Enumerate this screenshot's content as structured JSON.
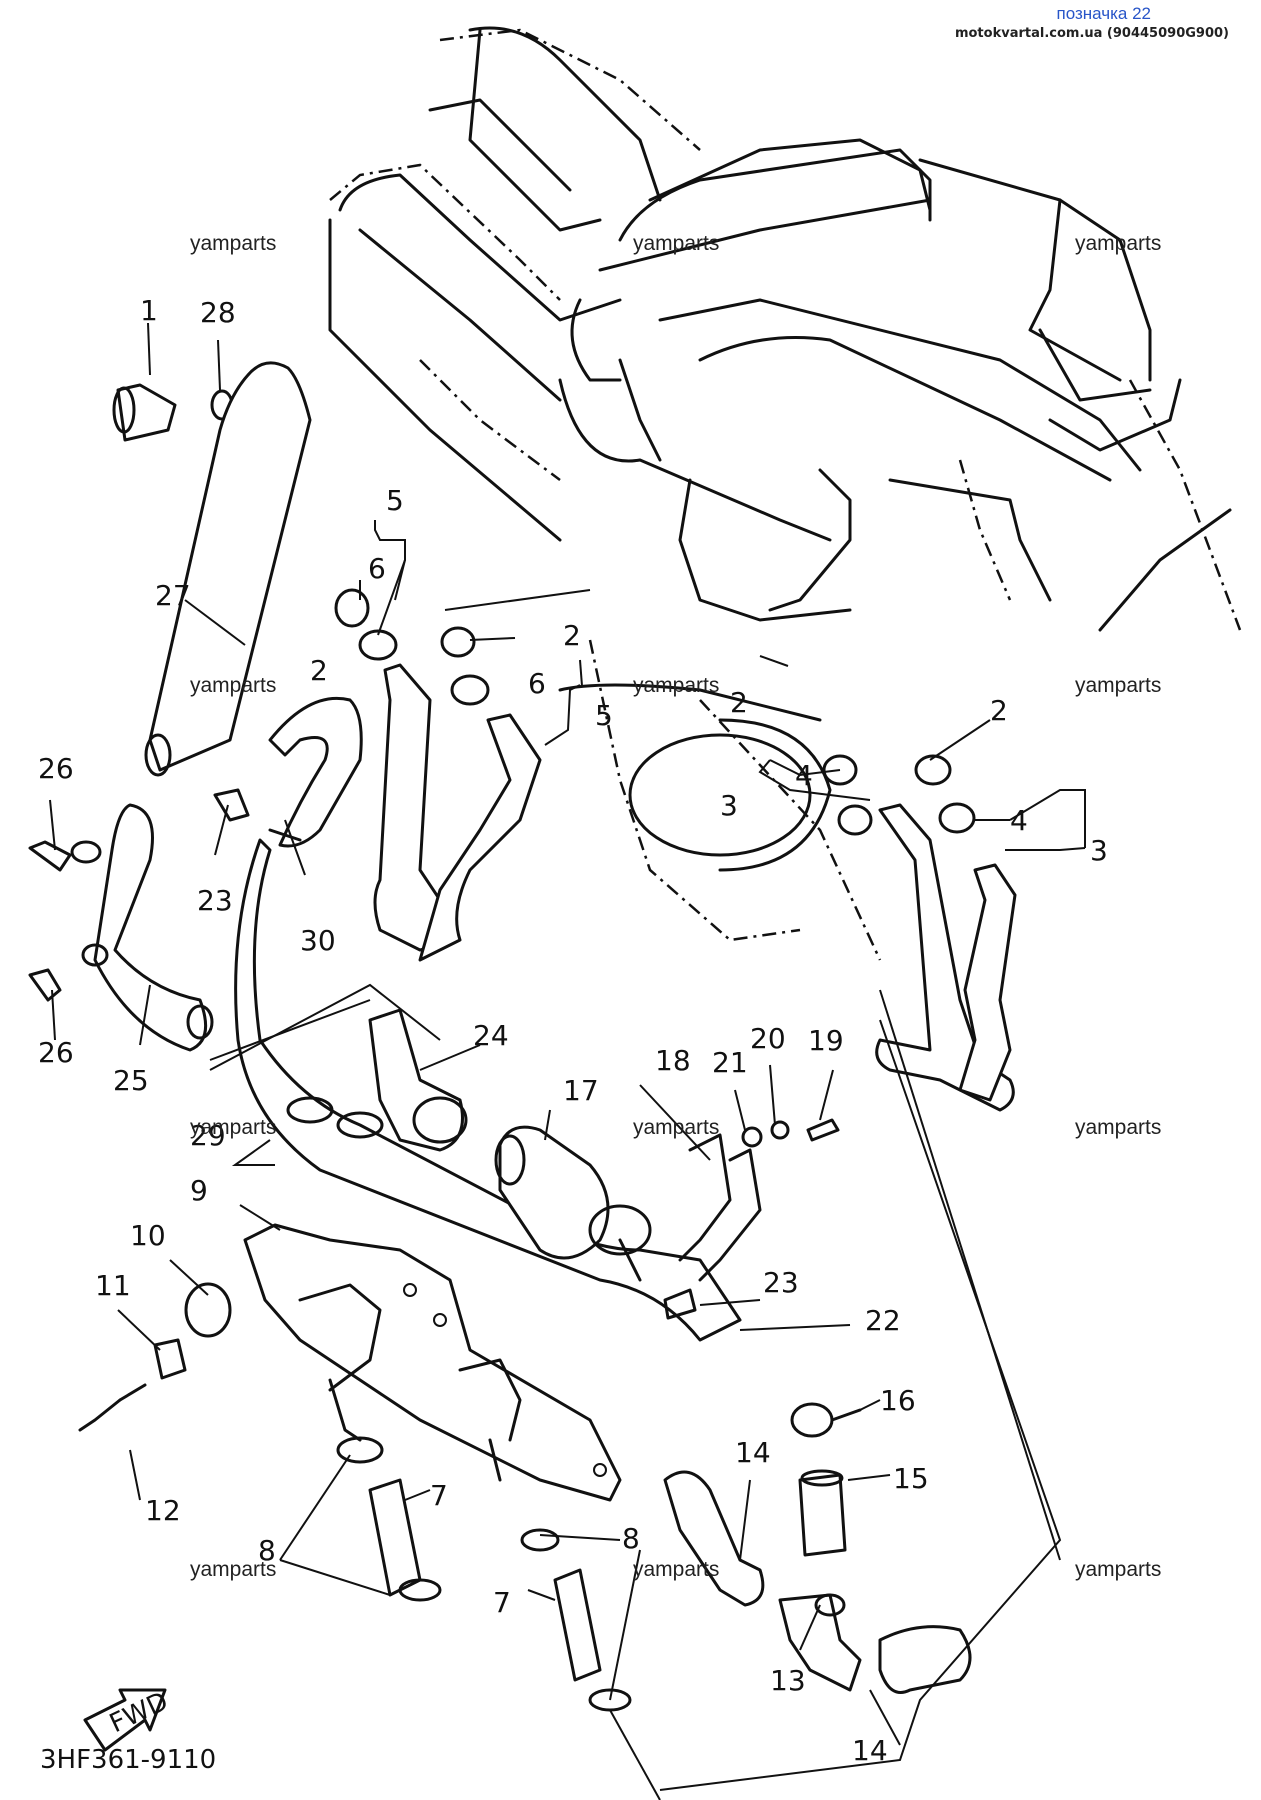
{
  "header": {
    "badge": "позначка 22",
    "site": "motokvartal.com.ua (90445090G900)"
  },
  "watermark": "yamparts",
  "diagram_code": "3HF361-9110",
  "fwd_label": "FWD",
  "part_numbers": {
    "p1": "1",
    "p2a": "2",
    "p2b": "2",
    "p2c": "2",
    "p2d": "2",
    "p3a": "3",
    "p3b": "3",
    "p4a": "4",
    "p4b": "4",
    "p5a": "5",
    "p5b": "5",
    "p6a": "6",
    "p6b": "6",
    "p7a": "7",
    "p7b": "7",
    "p8a": "8",
    "p8b": "8",
    "p9": "9",
    "p10": "10",
    "p11": "11",
    "p12": "12",
    "p13": "13",
    "p14a": "14",
    "p14b": "14",
    "p15": "15",
    "p16": "16",
    "p17": "17",
    "p18": "18",
    "p19": "19",
    "p20": "20",
    "p21": "21",
    "p22": "22",
    "p23a": "23",
    "p23b": "23",
    "p24": "24",
    "p25": "25",
    "p26a": "26",
    "p26b": "26",
    "p27": "27",
    "p28": "28",
    "p29": "29",
    "p30": "30"
  }
}
